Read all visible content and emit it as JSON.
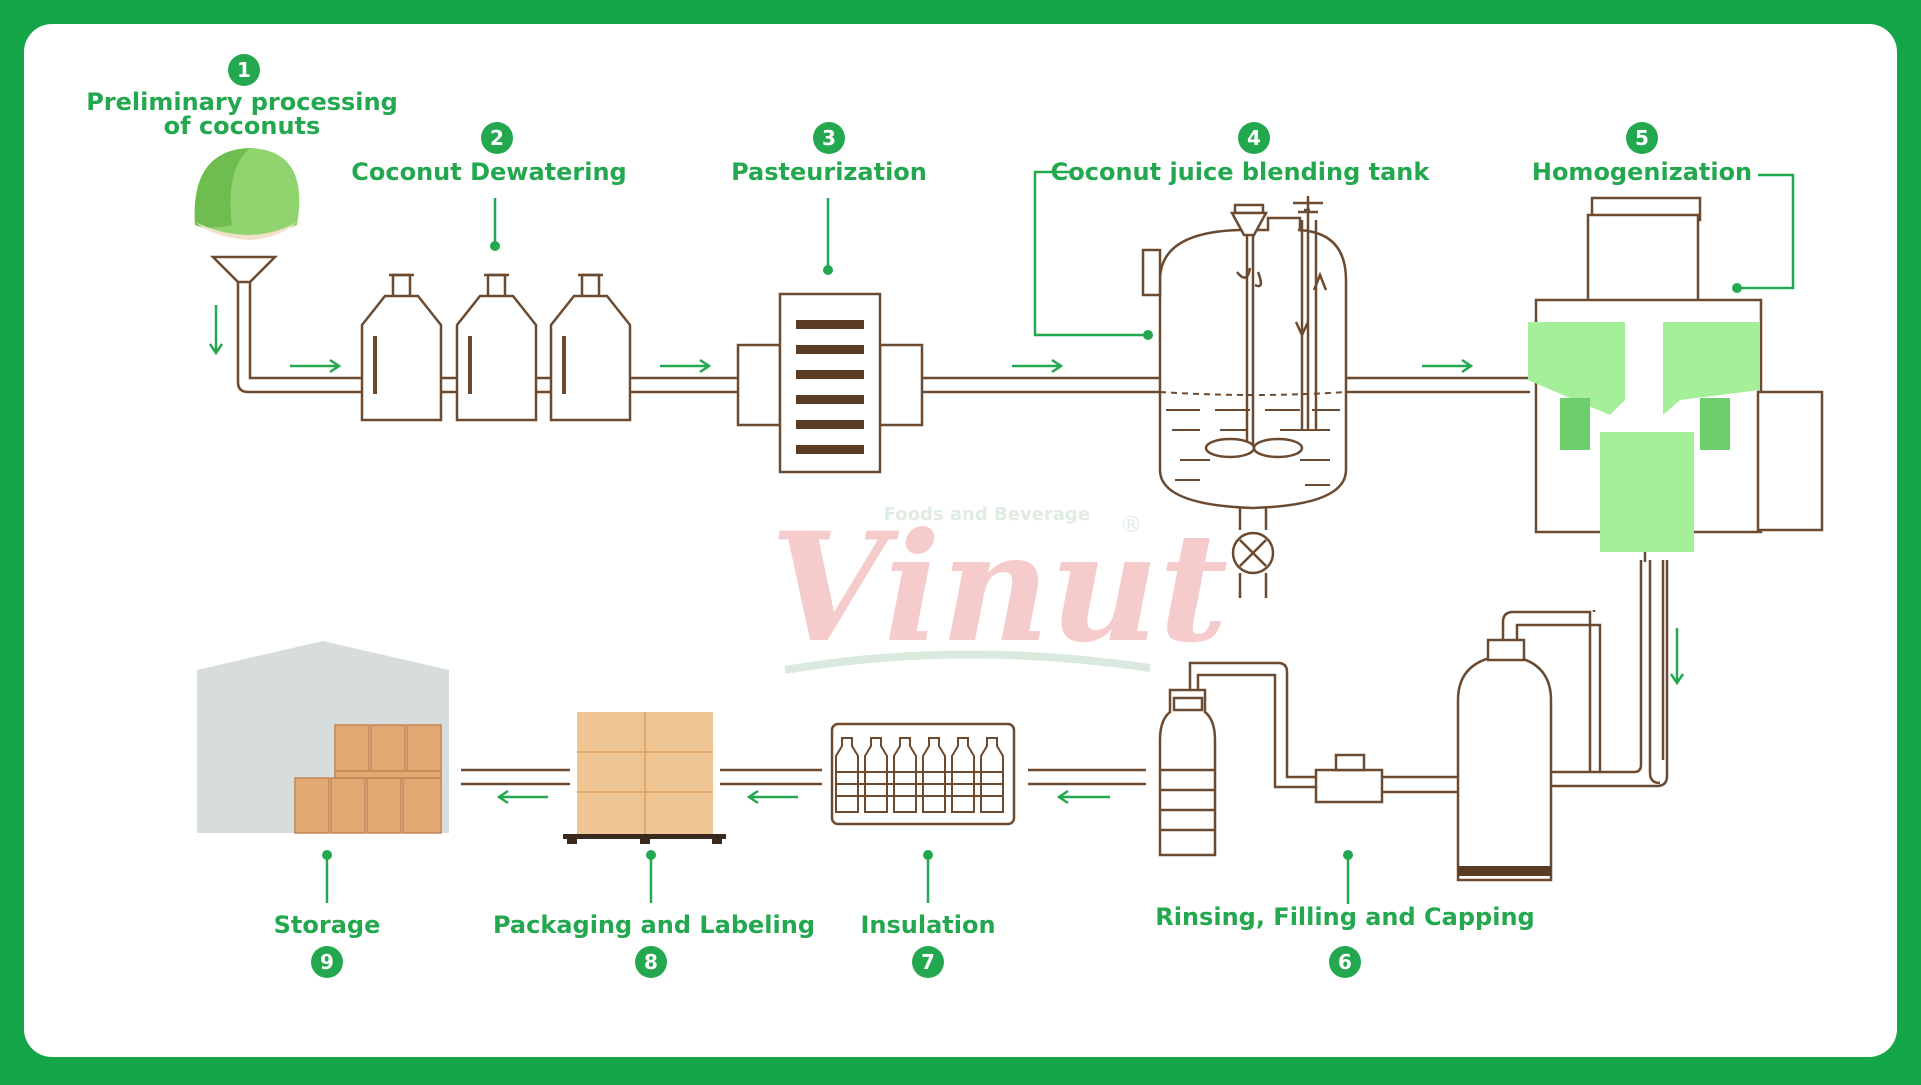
{
  "colors": {
    "frame": "#15a64a",
    "panel": "#ffffff",
    "accent_green": "#23a84f",
    "light_green": "#a6ef9a",
    "mid_green": "#6ccf6c",
    "pipe_brown": "#6b4a30",
    "box_tan": "#f0c594",
    "warehouse_grey": "#d7dcdc"
  },
  "logo": {
    "brand": "Vinut",
    "tagline": "Foods and Beverage",
    "mark": "®"
  },
  "steps": [
    {
      "number": "1",
      "line1": "Preliminary processing",
      "line2": "of coconuts"
    },
    {
      "number": "2",
      "line1": "Coconut Dewatering"
    },
    {
      "number": "3",
      "line1": "Pasteurization"
    },
    {
      "number": "4",
      "line1": "Coconut juice blending tank"
    },
    {
      "number": "5",
      "line1": "Homogenization"
    },
    {
      "number": "6",
      "line1": "Rinsing, Filling and Capping"
    },
    {
      "number": "7",
      "line1": "Insulation"
    },
    {
      "number": "8",
      "line1": "Packaging and Labeling"
    },
    {
      "number": "9",
      "line1": "Storage"
    }
  ]
}
